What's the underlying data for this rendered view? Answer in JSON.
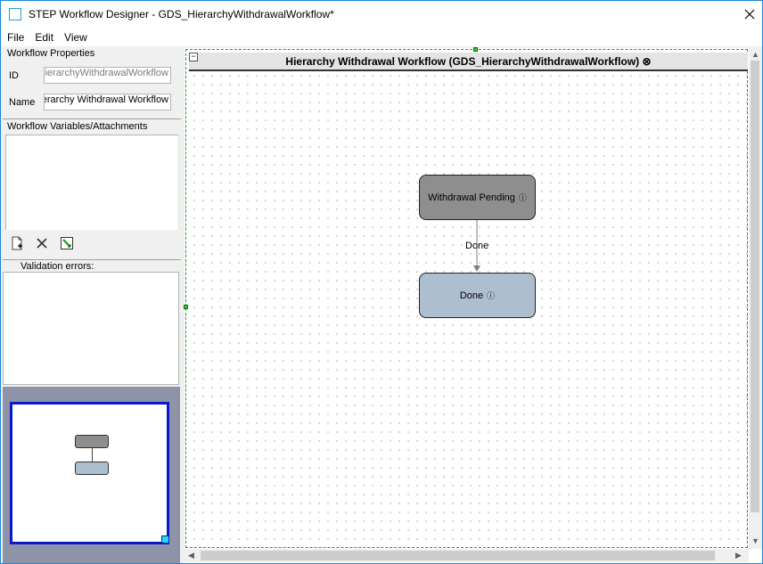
{
  "window": {
    "title": "STEP Workflow Designer - GDS_HierarchyWithdrawalWorkflow*",
    "accent": "#1e87d8"
  },
  "menu": [
    "File",
    "Edit",
    "View"
  ],
  "properties": {
    "heading": "Workflow Properties",
    "id_label": "ID",
    "id_value": "GDS_HierarchyWithdrawalWorkflow",
    "name_label": "Name",
    "name_value": "Hierarchy Withdrawal Workflow"
  },
  "variables": {
    "heading": "Workflow Variables/Attachments",
    "tools": [
      "add-attachment-icon",
      "delete-icon",
      "edit-icon"
    ]
  },
  "validation": {
    "heading": "Validation errors:"
  },
  "canvas": {
    "header": "Hierarchy Withdrawal Workflow (GDS_HierarchyWithdrawalWorkflow) ⊗",
    "collapse": "−",
    "nodes": [
      {
        "label": "Withdrawal Pending",
        "icon": "ⓘ",
        "color": "#8e8e8e"
      },
      {
        "label": "Done",
        "icon": "ⓘ",
        "color": "#adbecf"
      }
    ],
    "edge_label": "Done"
  }
}
